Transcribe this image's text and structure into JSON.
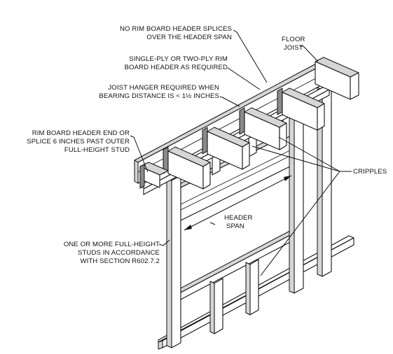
{
  "labels": {
    "splices": [
      "NO RIM BOARD HEADER SPLICES",
      "OVER THE HEADER SPAN"
    ],
    "floor_joist": [
      "FLOOR",
      "JOIST"
    ],
    "ply": [
      "SINGLE-PLY OR TWO-PLY RIM",
      "BOARD HEADER AS REQUIRED"
    ],
    "hanger": [
      "JOIST HANGER REQUIRED WHEN",
      "BEARING DISTANCE IS < 1½ INCHES"
    ],
    "header_end": [
      "RIM BOARD HEADER END OR",
      "SPLICE 6 INCHES PAST OUTER",
      "FULL-HEIGHT STUD"
    ],
    "cripples": "CRIPPLES",
    "header_span": [
      "HEADER",
      "SPAN"
    ],
    "studs": [
      "ONE OR MORE FULL-HEIGHT",
      "STUDS IN ACCORDANCE",
      "WITH SECTION R602.7.2"
    ]
  }
}
